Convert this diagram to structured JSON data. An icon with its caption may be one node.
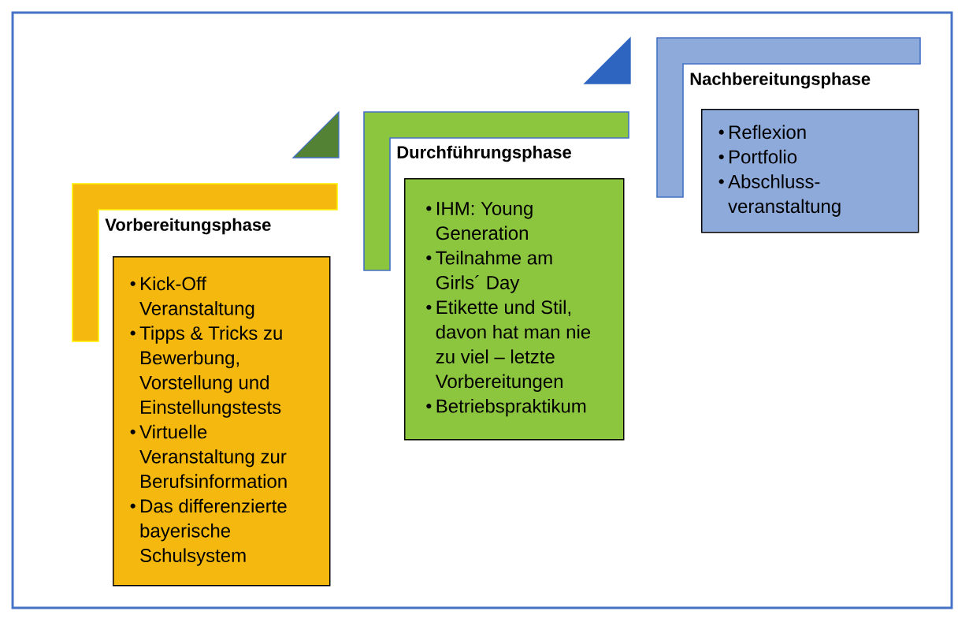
{
  "diagram": {
    "nodes": [
      {
        "text": [
          "Vorbereitungsphase",
          "Kick-Off Veranstaltung",
          "Tipps & Tricks zu Bewerbung, Vorstellung und Einstellungstests",
          "Virtuelle Veranstaltung zur Berufsinformation",
          "Das differenzierte bayerische Schulsystem"
        ]
      },
      {
        "text": [
          "Durchführungsphase",
          "IHM: Young Generation",
          "Teilnahme am Girls´ Day",
          "Etikette und Stil, davon hat man nie zu viel – letzte Vorbereitungen",
          "Betriebspraktikum"
        ]
      },
      {
        "text": [
          "Nachbereitungsphase",
          "Reflexion",
          "Portfolio",
          "Abschluss-veranstaltung"
        ]
      }
    ]
  }
}
